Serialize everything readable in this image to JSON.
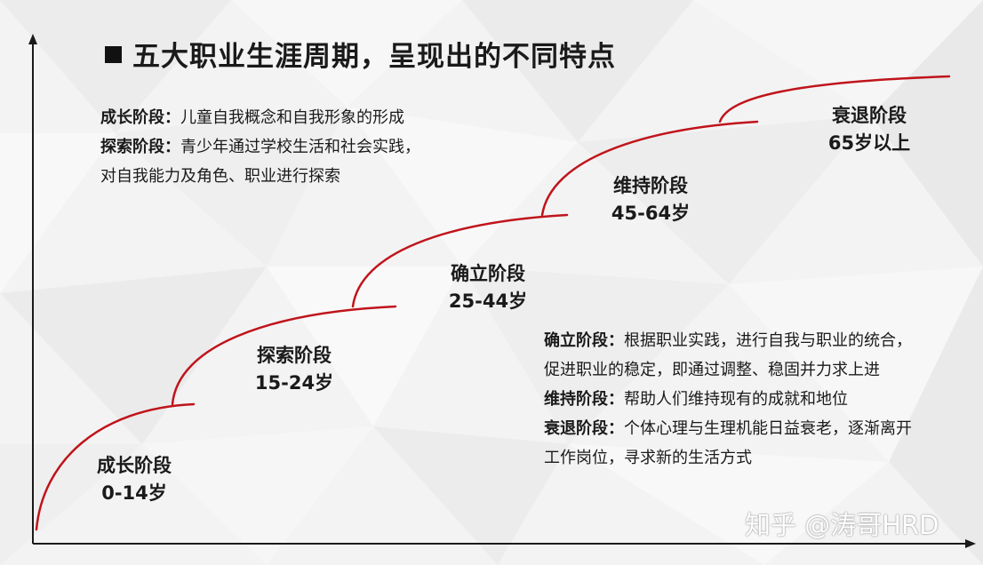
{
  "title": "五大职业生涯周期，呈现出的不同特点",
  "stages": [
    {
      "name": "成长阶段",
      "ages": "0-14岁"
    },
    {
      "name": "探索阶段",
      "ages": "15-24岁"
    },
    {
      "name": "确立阶段",
      "ages": "25-44岁"
    },
    {
      "name": "维持阶段",
      "ages": "45-64岁"
    },
    {
      "name": "衰退阶段",
      "ages": "65岁以上"
    }
  ],
  "top_notes": [
    {
      "term": "成长阶段：",
      "text": "儿童自我概念和自我形象的形成"
    },
    {
      "term": "探索阶段：",
      "text": "青少年通过学校生活和社会实践，"
    },
    {
      "term": "",
      "text": "对自我能力及角色、职业进行探索"
    }
  ],
  "bottom_notes": [
    {
      "term": "确立阶段：",
      "text": "根据职业实践，进行自我与职业的统合，"
    },
    {
      "term": "",
      "text": "促进职业的稳定，即通过调整、稳固并力求上进"
    },
    {
      "term": "维持阶段：",
      "text": "帮助人们维持现有的成就和地位"
    },
    {
      "term": "衰退阶段：",
      "text": "个体心理与生理机能日益衰老，逐渐离开"
    },
    {
      "term": "",
      "text": "工作岗位，寻求新的生活方式"
    }
  ],
  "watermark": "知乎 @涛哥HRD",
  "colors": {
    "curve": "#c0141b",
    "axis": "#1a1a1a",
    "text": "#1a1a1a"
  }
}
